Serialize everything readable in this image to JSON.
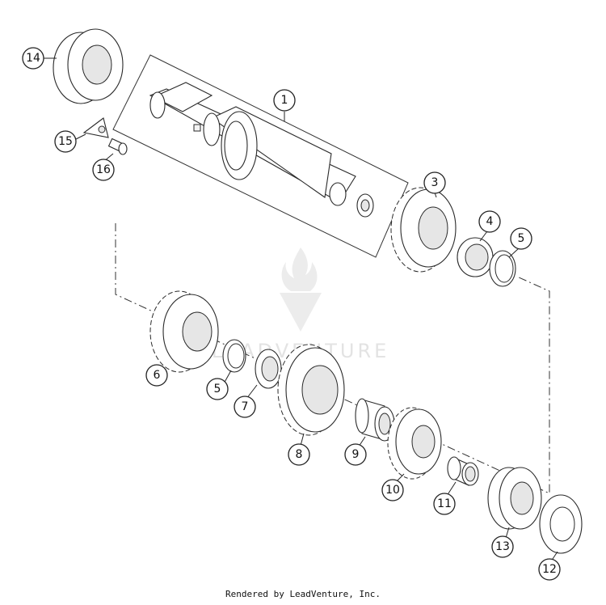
{
  "watermark": {
    "text": "LEADVENTURE"
  },
  "footer": {
    "credit": "Rendered by LeadVenture, Inc."
  },
  "callouts": [
    {
      "label": "1"
    },
    {
      "label": "3"
    },
    {
      "label": "4"
    },
    {
      "label": "5"
    },
    {
      "label": "6"
    },
    {
      "label": "5"
    },
    {
      "label": "7"
    },
    {
      "label": "8"
    },
    {
      "label": "9"
    },
    {
      "label": "10"
    },
    {
      "label": "11"
    },
    {
      "label": "12"
    },
    {
      "label": "13"
    },
    {
      "label": "14"
    },
    {
      "label": "15"
    },
    {
      "label": "16"
    }
  ]
}
